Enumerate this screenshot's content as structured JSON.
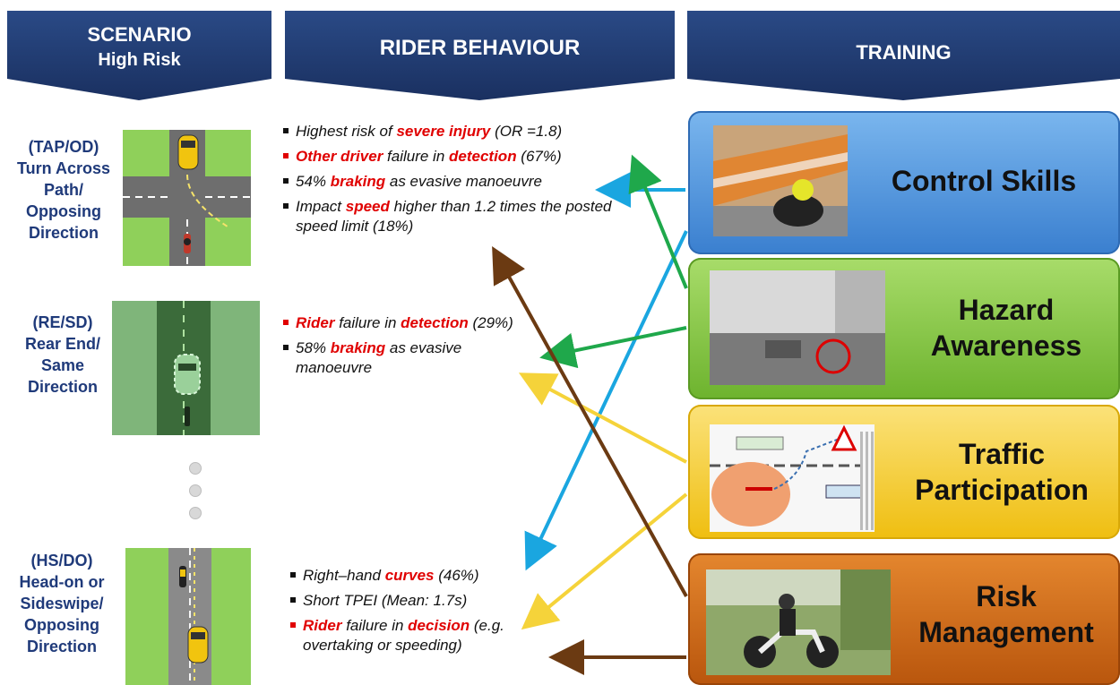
{
  "header": {
    "scenario_line1": "SCENARIO",
    "scenario_line2": "High Risk",
    "behaviour": "RIDER BEHAVIOUR",
    "training": "TRAINING"
  },
  "scenarios": [
    {
      "code": "(TAP/OD)",
      "lines": [
        "Turn Across",
        "Path/",
        "Opposing",
        "Direction"
      ]
    },
    {
      "code": "(RE/SD)",
      "lines": [
        "Rear End/",
        "Same",
        "Direction"
      ]
    },
    {
      "code": "(HS/DO)",
      "lines": [
        "Head-on or",
        "Sideswipe/",
        "Opposing",
        "Direction"
      ]
    }
  ],
  "behaviours": {
    "tap": [
      {
        "pre": "Highest risk of ",
        "hl": "severe injury",
        "post": " (OR =1.8)"
      },
      {
        "pre": "",
        "hl": "Other driver",
        "mid": " failure in ",
        "hl2": "detection",
        "post": " (67%)"
      },
      {
        "pre": "54% ",
        "hl": "braking",
        "post": " as evasive manoeuvre"
      },
      {
        "pre": "Impact ",
        "hl": "speed",
        "post": " higher than 1.2 times the posted speed limit (18%)"
      }
    ],
    "re": [
      {
        "pre": "",
        "hl": "Rider",
        "mid": " failure in ",
        "hl2": "detection",
        "post": " (29%)"
      },
      {
        "pre": "58% ",
        "hl": "braking",
        "post": " as evasive manoeuvre"
      }
    ],
    "hs": [
      {
        "pre": "Right–hand ",
        "hl": "curves",
        "post": " (46%)"
      },
      {
        "pre": "Short TPEI (Mean: 1.7s)",
        "hl": "",
        "post": ""
      },
      {
        "pre": "",
        "hl": "Rider",
        "mid": " failure in ",
        "hl2": "decision",
        "post": " (e.g. overtaking or speeding)"
      }
    ]
  },
  "training": [
    {
      "label": "Control Skills",
      "color": "#4a8fd6"
    },
    {
      "label_line1": "Hazard",
      "label_line2": "Awareness",
      "color": "#7cc23e"
    },
    {
      "label_line1": "Traffic",
      "label_line2": "Participation",
      "color": "#f2c320"
    },
    {
      "label_line1": "Risk",
      "label_line2": "Management",
      "color": "#d2691e"
    }
  ],
  "colors": {
    "banner": "#1f3864",
    "scenario_text": "#1f3a7a",
    "highlight": "#e00000",
    "arrow_blue": "#1aa6e0",
    "arrow_green": "#1fa84b",
    "arrow_yellow": "#f5d33a",
    "arrow_brown": "#6b3a12"
  }
}
